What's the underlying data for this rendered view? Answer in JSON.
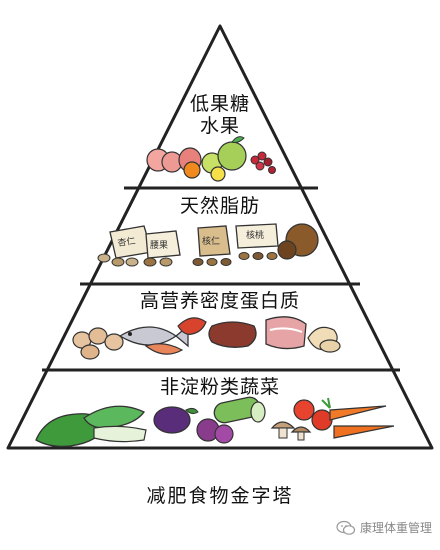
{
  "tiers": [
    {
      "label_line1": "低果糖",
      "label_line2": "水果"
    },
    {
      "label": "天然脂肪"
    },
    {
      "label": "高营养密度蛋白质"
    },
    {
      "label": "非淀粉类蔬菜"
    }
  ],
  "food_tags": {
    "almond": "杏仁",
    "walnut": "腰果",
    "cashew": "核仁",
    "pecan": "核桃"
  },
  "caption": "减肥食物金字塔",
  "watermark": "康理体重管理",
  "colors": {
    "outline": "#222222",
    "tomato": "#e8432e",
    "green": "#4caf50",
    "purple": "#6a3c8c",
    "meat": "#b23b3b",
    "nut": "#8a5a2b"
  }
}
